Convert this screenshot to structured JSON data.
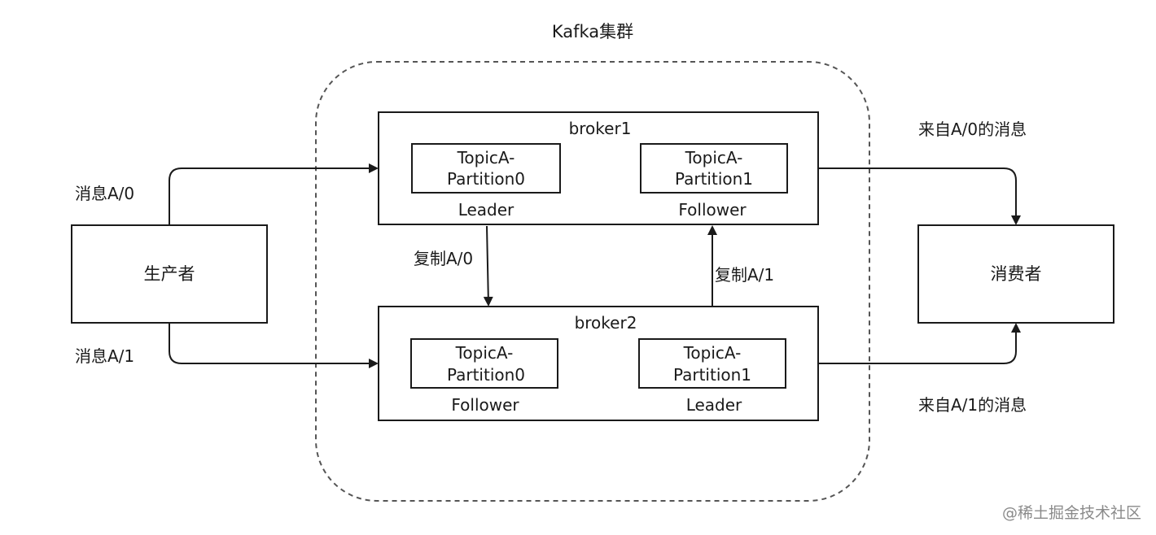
{
  "cluster": {
    "title": "Kafka集群"
  },
  "producer": {
    "label": "生产者"
  },
  "consumer": {
    "label": "消费者"
  },
  "broker1": {
    "title": "broker1",
    "left": {
      "line1": "TopicA-",
      "line2": "Partition0",
      "role": "Leader"
    },
    "right": {
      "line1": "TopicA-",
      "line2": "Partition1",
      "role": "Follower"
    }
  },
  "broker2": {
    "title": "broker2",
    "left": {
      "line1": "TopicA-",
      "line2": "Partition0",
      "role": "Follower"
    },
    "right": {
      "line1": "TopicA-",
      "line2": "Partition1",
      "role": "Leader"
    }
  },
  "edges": {
    "msg_a0": "消息A/0",
    "msg_a1": "消息A/1",
    "replicate_a0": "复制A/0",
    "replicate_a1": "复制A/1",
    "from_a0": "来自A/0的消息",
    "from_a1": "来自A/1的消息"
  },
  "watermark": "@稀土掘金技术社区"
}
